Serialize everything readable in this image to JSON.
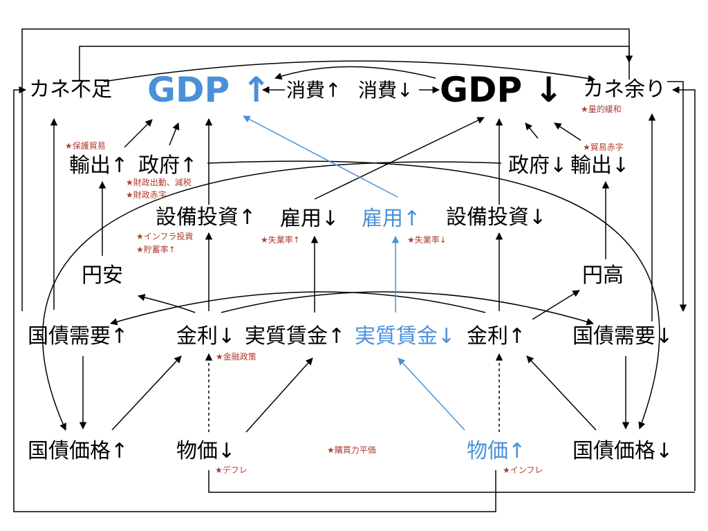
{
  "colors": {
    "black": "#000000",
    "blue": "#4a90d9",
    "annotation": "#b03a2e"
  },
  "nodes": {
    "kane_busoku": "カネ不足",
    "gdp_up": "GDP ↑",
    "shohi_up": "消費↑",
    "shohi_down": "消費↓",
    "gdp_down": "GDP ↓",
    "kane_amari": "カネ余り",
    "yushutsu_up": "輸出↑",
    "seifu_up": "政府↑",
    "seifu_down": "政府↓",
    "yushutsu_down": "輸出↓",
    "setsubi_up": "設備投資↑",
    "koyo_down": "雇用↓",
    "koyo_up": "雇用↑",
    "setsubi_down": "設備投資↓",
    "enyasu": "円安",
    "endaka": "円高",
    "kokusai_juyo_up": "国債需要↑",
    "kinri_down": "金利↓",
    "jisshitsu_up": "実質賃金↑",
    "jisshitsu_down": "実質賃金↓",
    "kinri_up": "金利↑",
    "kokusai_juyo_down": "国債需要↓",
    "kokusai_kakaku_up": "国債価格↑",
    "bukka_down": "物価↓",
    "bukka_up": "物価↑",
    "kokusai_kakaku_down": "国債価格↓"
  },
  "annotations": {
    "ryoteki_kanwa": "★量的緩和",
    "hogo_boeki": "★保護貿易",
    "boeki_akaji": "★貿易赤字",
    "zaisei_shutsudo": "★財政出動、減税",
    "zaisei_akaji": "★財政赤字",
    "infura": "★インフラ投資",
    "chochiku": "★貯蓄率↑",
    "shitsugyo_up": "★失業率↑",
    "shitsugyo_down": "★失業率↓",
    "kinyu_seisaku": "★金融政策",
    "kobairyoku": "★購買力平価",
    "defure": "★デフレ",
    "infure": "★インフレ"
  }
}
